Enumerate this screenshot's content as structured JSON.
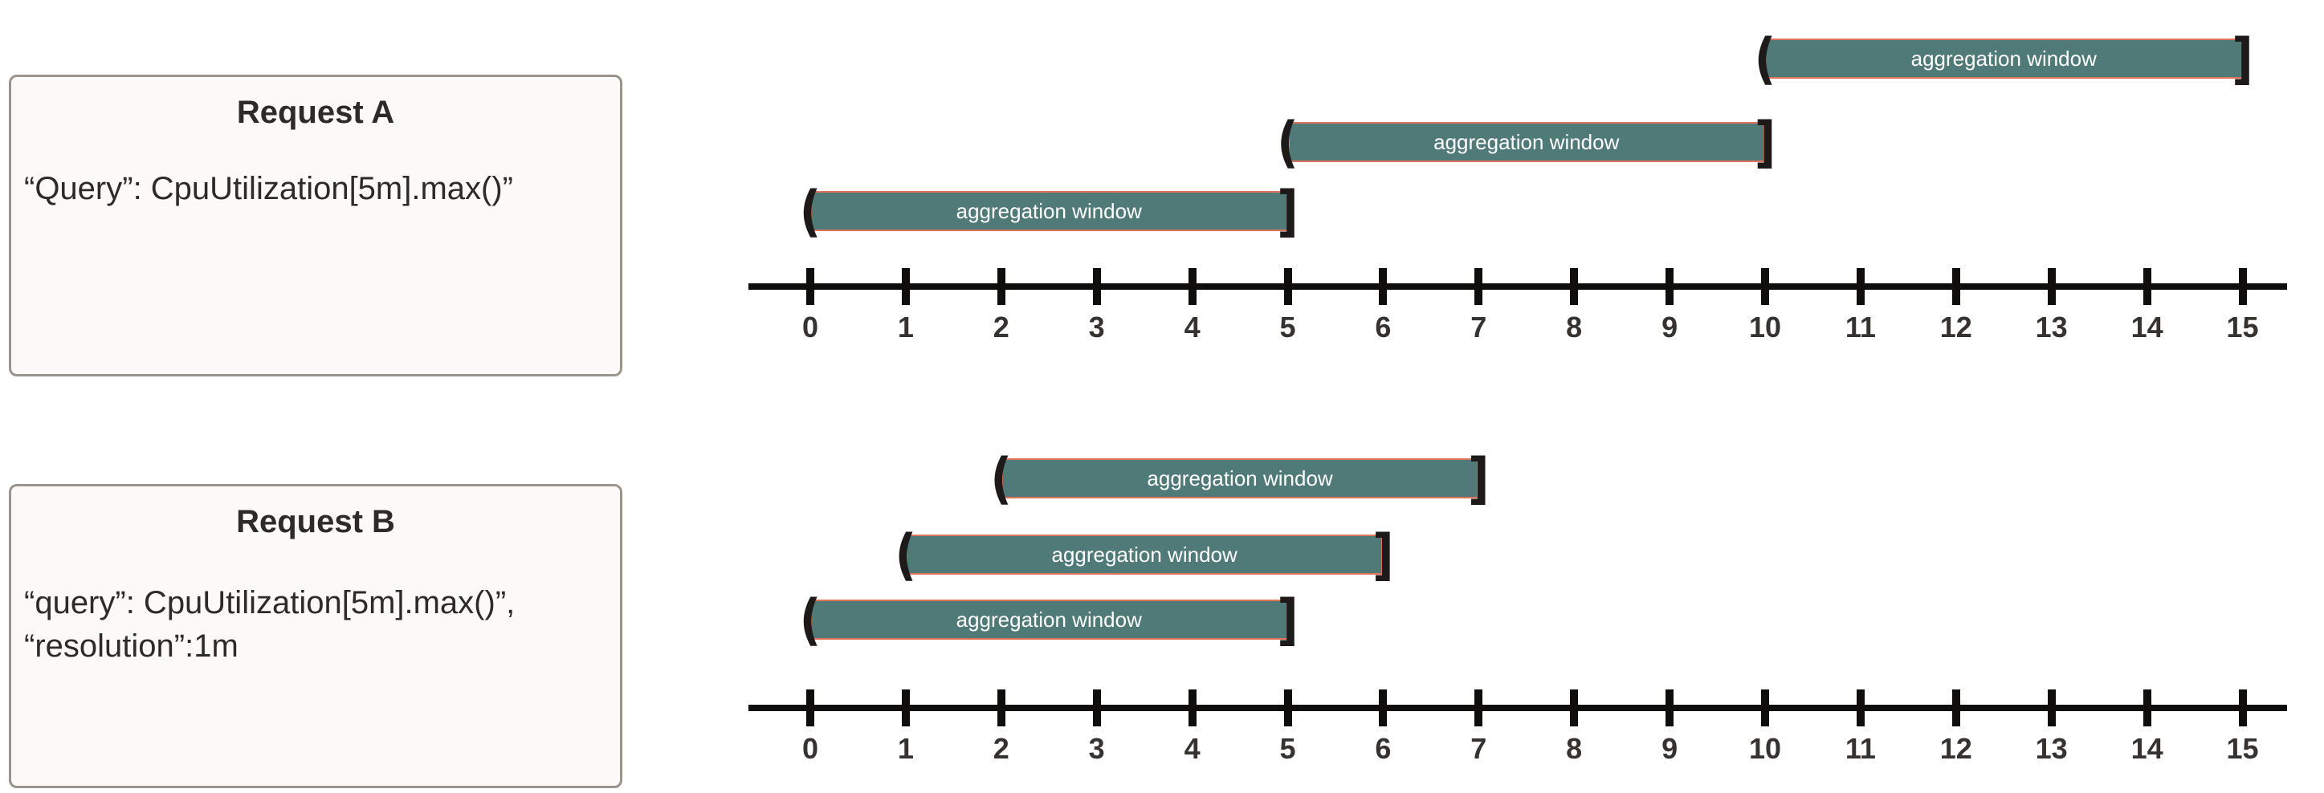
{
  "request_a": {
    "title": "Request A",
    "body_lines": [
      "“Query”: CpuUtilization[5m].max()”"
    ]
  },
  "request_b": {
    "title": "Request B",
    "body_lines": [
      "“query”: CpuUtilization[5m].max()”,",
      "“resolution”:1m"
    ]
  },
  "bar_label": "aggregation window",
  "brackets": {
    "open": "(",
    "close": "]"
  },
  "colors": {
    "bar_fill": "#507a78",
    "bar_border": "#e0735c",
    "axis": "#0f0e0d",
    "bracket": "#1d1a19",
    "tick_label": "#363230",
    "box_border": "#9a948d",
    "box_bg": "#fbfaf8",
    "text": "#2e2a28"
  },
  "chart_data": [
    {
      "type": "timeline",
      "name": "request-a-timeline",
      "axis_range": [
        0,
        15
      ],
      "ticks": [
        0,
        1,
        2,
        3,
        4,
        5,
        6,
        7,
        8,
        9,
        10,
        11,
        12,
        13,
        14,
        15
      ],
      "bars": [
        {
          "label": "aggregation window",
          "start": 0,
          "end": 5,
          "row": 0
        },
        {
          "label": "aggregation window",
          "start": 5,
          "end": 10,
          "row": 1
        },
        {
          "label": "aggregation window",
          "start": 10,
          "end": 15,
          "row": 2
        }
      ]
    },
    {
      "type": "timeline",
      "name": "request-b-timeline",
      "axis_range": [
        0,
        15
      ],
      "ticks": [
        0,
        1,
        2,
        3,
        4,
        5,
        6,
        7,
        8,
        9,
        10,
        11,
        12,
        13,
        14,
        15
      ],
      "bars": [
        {
          "label": "aggregation window",
          "start": 0,
          "end": 5,
          "row": 0
        },
        {
          "label": "aggregation window",
          "start": 1,
          "end": 6,
          "row": 1
        },
        {
          "label": "aggregation window",
          "start": 2,
          "end": 7,
          "row": 2
        }
      ]
    }
  ]
}
